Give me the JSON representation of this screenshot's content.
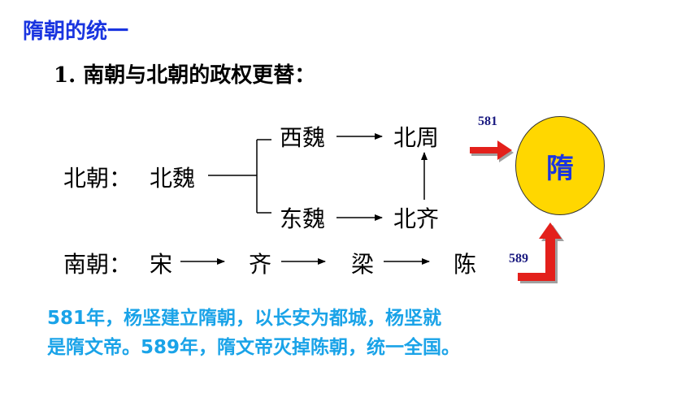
{
  "title": "隋朝的统一",
  "subtitle": "1. 南朝与北朝的政权更替：",
  "north": {
    "label": "北朝：",
    "root": "北魏",
    "west": "西魏",
    "east": "东魏",
    "north_zhou": "北周",
    "north_qi": "北齐"
  },
  "south": {
    "label": "南朝：",
    "dynasties": [
      "宋",
      "齐",
      "梁",
      "陈"
    ]
  },
  "sui": {
    "label": "隋"
  },
  "years": {
    "north_year": "581",
    "south_year": "589"
  },
  "summary": {
    "line1": "581年，杨坚建立隋朝，以长安为都城，杨坚就",
    "line2": "是隋文帝。589年，隋文帝灭掉陈朝，统一全国。"
  },
  "colors": {
    "title": "#1a35e0",
    "summary": "#1aa3e8",
    "year_label": "#1a1a80",
    "sui_fill": "#ffd700",
    "sui_text": "#1a35e0",
    "arrow_red": "#e3201b",
    "arrow_shadow": "#a0a0a0"
  }
}
